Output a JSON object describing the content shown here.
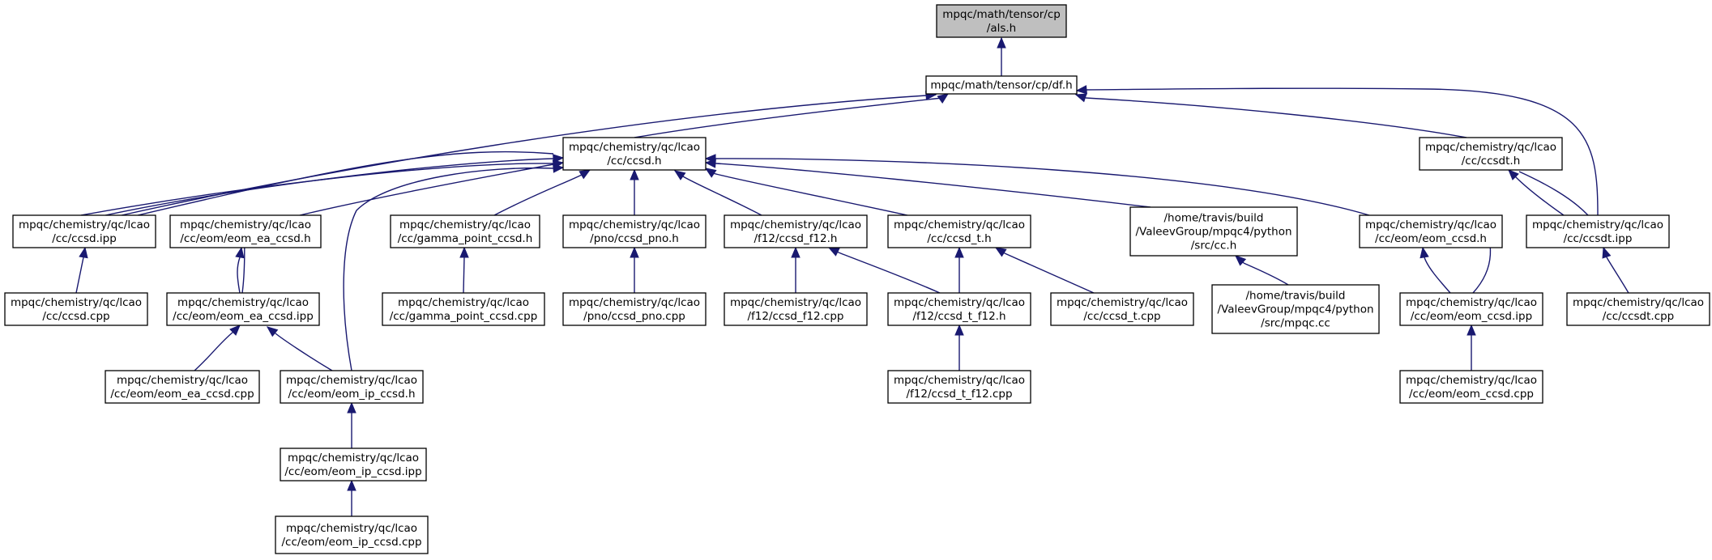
{
  "colors": {
    "edge": "#191970",
    "root_fill": "#bfbfbf",
    "node_fill": "#ffffff",
    "node_border": "#000000"
  },
  "nodes": [
    {
      "id": "als_h",
      "lines": [
        "mpqc/math/tensor/cp",
        "/als.h"
      ],
      "root": true
    },
    {
      "id": "df_h",
      "lines": [
        "mpqc/math/tensor/cp/df.h"
      ]
    },
    {
      "id": "ccsd_h",
      "lines": [
        "mpqc/chemistry/qc/lcao",
        "/cc/ccsd.h"
      ]
    },
    {
      "id": "ccsdt_h",
      "lines": [
        "mpqc/chemistry/qc/lcao",
        "/cc/ccsdt.h"
      ]
    },
    {
      "id": "ccsd_ipp",
      "lines": [
        "mpqc/chemistry/qc/lcao",
        "/cc/ccsd.ipp"
      ]
    },
    {
      "id": "eom_ea_ccsd_h",
      "lines": [
        "mpqc/chemistry/qc/lcao",
        "/cc/eom/eom_ea_ccsd.h"
      ]
    },
    {
      "id": "gamma_point_ccsd_h",
      "lines": [
        "mpqc/chemistry/qc/lcao",
        "/cc/gamma_point_ccsd.h"
      ]
    },
    {
      "id": "ccsd_pno_h",
      "lines": [
        "mpqc/chemistry/qc/lcao",
        "/pno/ccsd_pno.h"
      ]
    },
    {
      "id": "ccsd_f12_h",
      "lines": [
        "mpqc/chemistry/qc/lcao",
        "/f12/ccsd_f12.h"
      ]
    },
    {
      "id": "ccsd_t_h",
      "lines": [
        "mpqc/chemistry/qc/lcao",
        "/cc/ccsd_t.h"
      ]
    },
    {
      "id": "cc_h",
      "lines": [
        "/home/travis/build",
        "/ValeevGroup/mpqc4/python",
        "/src/cc.h"
      ]
    },
    {
      "id": "eom_ccsd_h",
      "lines": [
        "mpqc/chemistry/qc/lcao",
        "/cc/eom/eom_ccsd.h"
      ]
    },
    {
      "id": "ccsdt_ipp",
      "lines": [
        "mpqc/chemistry/qc/lcao",
        "/cc/ccsdt.ipp"
      ]
    },
    {
      "id": "ccsd_cpp",
      "lines": [
        "mpqc/chemistry/qc/lcao",
        "/cc/ccsd.cpp"
      ]
    },
    {
      "id": "eom_ea_ccsd_ipp",
      "lines": [
        "mpqc/chemistry/qc/lcao",
        "/cc/eom/eom_ea_ccsd.ipp"
      ]
    },
    {
      "id": "gamma_point_ccsd_cpp",
      "lines": [
        "mpqc/chemistry/qc/lcao",
        "/cc/gamma_point_ccsd.cpp"
      ]
    },
    {
      "id": "ccsd_pno_cpp",
      "lines": [
        "mpqc/chemistry/qc/lcao",
        "/pno/ccsd_pno.cpp"
      ]
    },
    {
      "id": "ccsd_f12_cpp",
      "lines": [
        "mpqc/chemistry/qc/lcao",
        "/f12/ccsd_f12.cpp"
      ]
    },
    {
      "id": "ccsd_t_f12_h",
      "lines": [
        "mpqc/chemistry/qc/lcao",
        "/f12/ccsd_t_f12.h"
      ]
    },
    {
      "id": "ccsd_t_cpp",
      "lines": [
        "mpqc/chemistry/qc/lcao",
        "/cc/ccsd_t.cpp"
      ]
    },
    {
      "id": "mpqc_cc",
      "lines": [
        "/home/travis/build",
        "/ValeevGroup/mpqc4/python",
        "/src/mpqc.cc"
      ]
    },
    {
      "id": "eom_ccsd_ipp",
      "lines": [
        "mpqc/chemistry/qc/lcao",
        "/cc/eom/eom_ccsd.ipp"
      ]
    },
    {
      "id": "ccsdt_cpp",
      "lines": [
        "mpqc/chemistry/qc/lcao",
        "/cc/ccsdt.cpp"
      ]
    },
    {
      "id": "eom_ea_ccsd_cpp",
      "lines": [
        "mpqc/chemistry/qc/lcao",
        "/cc/eom/eom_ea_ccsd.cpp"
      ]
    },
    {
      "id": "eom_ip_ccsd_h",
      "lines": [
        "mpqc/chemistry/qc/lcao",
        "/cc/eom/eom_ip_ccsd.h"
      ]
    },
    {
      "id": "ccsd_t_f12_cpp",
      "lines": [
        "mpqc/chemistry/qc/lcao",
        "/f12/ccsd_t_f12.cpp"
      ]
    },
    {
      "id": "eom_ccsd_cpp",
      "lines": [
        "mpqc/chemistry/qc/lcao",
        "/cc/eom/eom_ccsd.cpp"
      ]
    },
    {
      "id": "eom_ip_ccsd_ipp",
      "lines": [
        "mpqc/chemistry/qc/lcao",
        "/cc/eom/eom_ip_ccsd.ipp"
      ]
    },
    {
      "id": "eom_ip_ccsd_cpp",
      "lines": [
        "mpqc/chemistry/qc/lcao",
        "/cc/eom/eom_ip_ccsd.cpp"
      ]
    }
  ],
  "edges": [
    {
      "from": "df_h",
      "to": "als_h"
    },
    {
      "from": "ccsd_h",
      "to": "df_h"
    },
    {
      "from": "ccsdt_h",
      "to": "df_h"
    },
    {
      "from": "ccsd_ipp",
      "to": "df_h"
    },
    {
      "from": "ccsdt_ipp",
      "to": "df_h"
    },
    {
      "from": "ccsd_ipp",
      "to": "ccsd_h"
    },
    {
      "from": "eom_ea_ccsd_h",
      "to": "ccsd_h"
    },
    {
      "from": "gamma_point_ccsd_h",
      "to": "ccsd_h"
    },
    {
      "from": "ccsd_pno_h",
      "to": "ccsd_h"
    },
    {
      "from": "ccsd_f12_h",
      "to": "ccsd_h"
    },
    {
      "from": "ccsd_t_h",
      "to": "ccsd_h"
    },
    {
      "from": "cc_h",
      "to": "ccsd_h"
    },
    {
      "from": "eom_ccsd_h",
      "to": "ccsd_h"
    },
    {
      "from": "eom_ip_ccsd_h",
      "to": "ccsd_h"
    },
    {
      "from": "ccsd_cpp",
      "to": "ccsd_ipp"
    },
    {
      "from": "eom_ea_ccsd_ipp",
      "to": "eom_ea_ccsd_h"
    },
    {
      "from": "eom_ea_ccsd_cpp",
      "to": "eom_ea_ccsd_ipp"
    },
    {
      "from": "eom_ip_ccsd_h",
      "to": "eom_ea_ccsd_ipp"
    },
    {
      "from": "eom_ip_ccsd_ipp",
      "to": "eom_ip_ccsd_h"
    },
    {
      "from": "eom_ip_ccsd_cpp",
      "to": "eom_ip_ccsd_ipp"
    },
    {
      "from": "gamma_point_ccsd_cpp",
      "to": "gamma_point_ccsd_h"
    },
    {
      "from": "ccsd_pno_cpp",
      "to": "ccsd_pno_h"
    },
    {
      "from": "ccsd_f12_cpp",
      "to": "ccsd_f12_h"
    },
    {
      "from": "ccsd_t_f12_h",
      "to": "ccsd_f12_h"
    },
    {
      "from": "ccsd_t_f12_h",
      "to": "ccsd_t_h"
    },
    {
      "from": "ccsd_t_cpp",
      "to": "ccsd_t_h"
    },
    {
      "from": "ccsd_t_f12_cpp",
      "to": "ccsd_t_f12_h"
    },
    {
      "from": "mpqc_cc",
      "to": "cc_h"
    },
    {
      "from": "eom_ccsd_ipp",
      "to": "eom_ccsd_h"
    },
    {
      "from": "eom_ccsd_cpp",
      "to": "eom_ccsd_ipp"
    },
    {
      "from": "ccsdt_ipp",
      "to": "ccsdt_h"
    },
    {
      "from": "ccsdt_cpp",
      "to": "ccsdt_ipp"
    }
  ]
}
